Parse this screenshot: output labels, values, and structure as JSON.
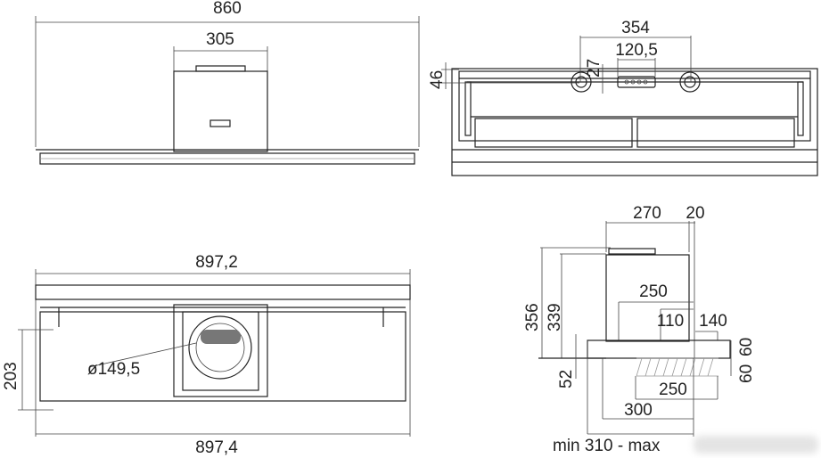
{
  "views": {
    "top_left": {
      "width_label": "860",
      "box_label": "305"
    },
    "top_right": {
      "spacing_label": "354",
      "outlet_label": "120,5",
      "offset_label": "27",
      "depth_label": "46"
    },
    "bottom_left": {
      "top_width_label": "897,2",
      "bottom_width_label": "897,4",
      "height_label": "203",
      "diameter_label": "ø149,5"
    },
    "bottom_right": {
      "depth_label": "270",
      "gap_label": "20",
      "total_height_label": "356",
      "body_height_label": "339",
      "inner_label": "250",
      "inner2_label": "110",
      "front_label": "140",
      "plate_label": "60",
      "hatch_label": "60",
      "side_label": "52",
      "hatch_width_label": "250",
      "base_label": "300",
      "range_label": "min 310 - max"
    }
  }
}
